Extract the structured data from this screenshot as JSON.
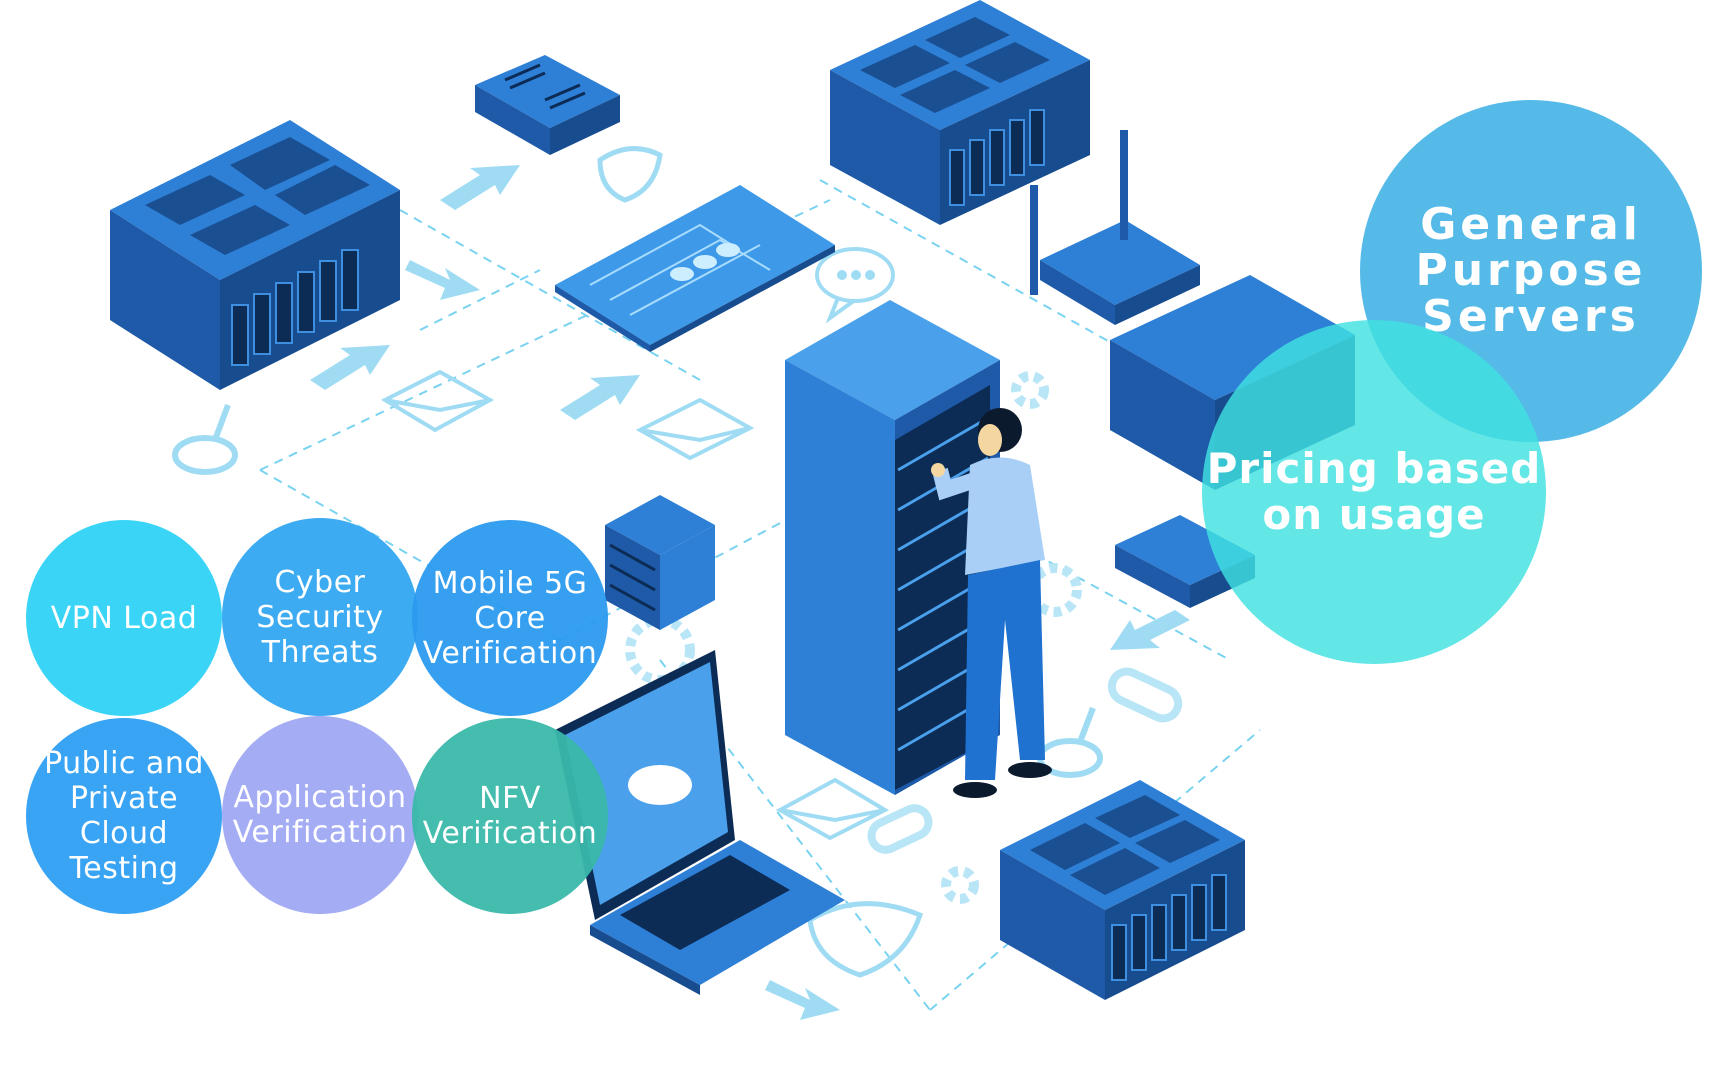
{
  "bubbles": {
    "vpn": "VPN Load",
    "cyber": "Cyber Security\nThreats",
    "mobile": "Mobile 5G\nCore\nVerification",
    "cloud": "Public and\nPrivate\nCloud Testing",
    "app": "Application\nVerification",
    "nfv": "NFV\nVerification",
    "general": "General\nPurpose\nServers",
    "pricing": "Pricing based\non usage"
  },
  "colors": {
    "vpn": "#2fd3f5",
    "cyber": "#33a6f0",
    "mobile": "#2b9aee",
    "cloud": "#2e9ff2",
    "app": "#9fa9f3",
    "nfv": "#3ab8aa",
    "general": "#47b4e6",
    "pricing": "#3fe0e0",
    "server_top": "#2e7fd6",
    "server_side": "#1e5aa8",
    "server_front": "#174c8f",
    "line": "#79d3f0"
  }
}
